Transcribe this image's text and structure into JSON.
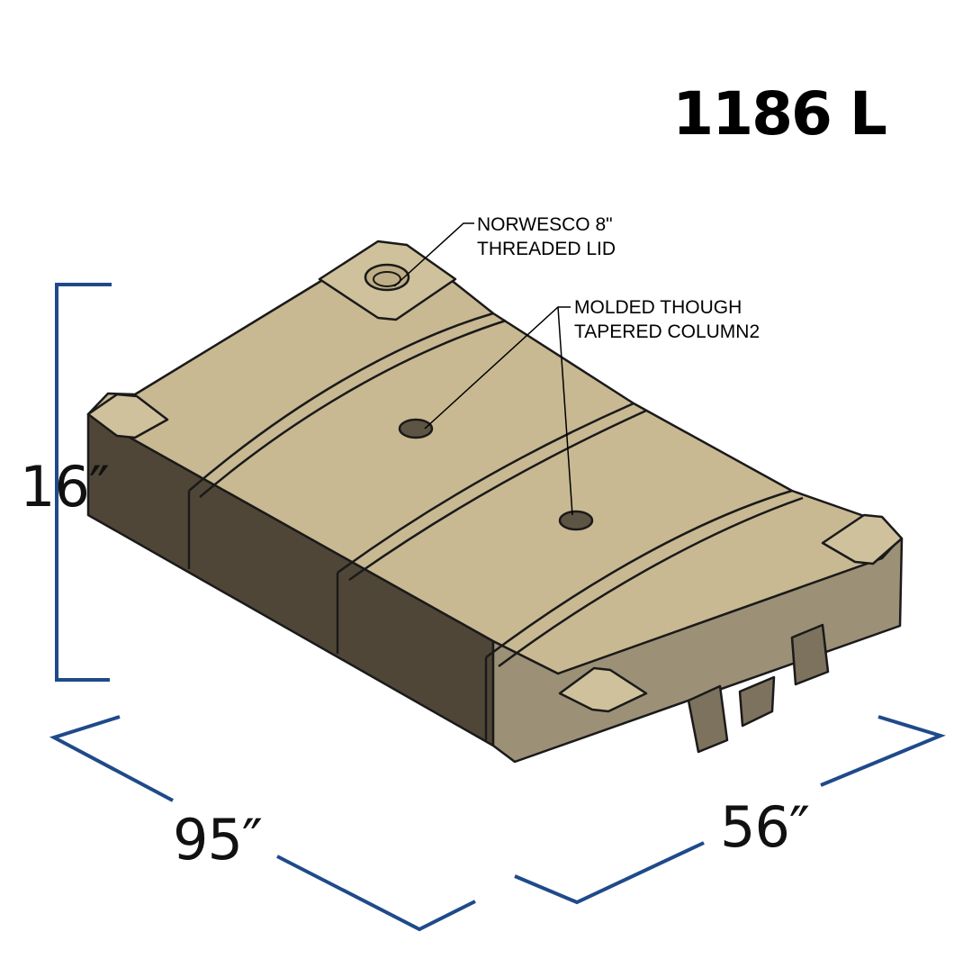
{
  "capacity": "1186 L",
  "dimensions": {
    "height": "16″",
    "length": "95″",
    "width": "56″"
  },
  "callouts": {
    "lid": [
      "NORWESCO 8\"",
      "THREADED LID"
    ],
    "column": [
      "MOLDED THOUGH",
      "TAPERED COLUMN2"
    ]
  },
  "colors": {
    "dimension_lines": "#1f4a8a",
    "tank_top": "#c8b992",
    "tank_side_dark": "#4f4637",
    "tank_side_light": "#9c9077",
    "outline": "#1a1a1a"
  }
}
